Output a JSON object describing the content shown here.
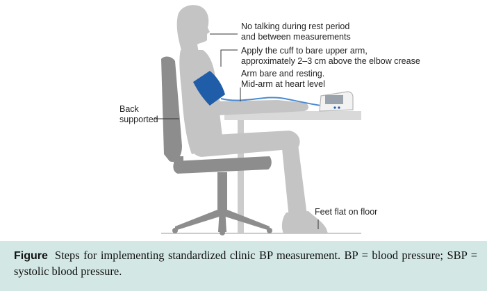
{
  "callouts": {
    "no_talking": [
      "No talking during rest period",
      "and between measurements"
    ],
    "cuff": [
      "Apply the cuff to bare upper arm,",
      "approximately 2–3 cm above the elbow crease"
    ],
    "arm": [
      "Arm bare and resting.",
      "Mid-arm at heart level"
    ],
    "back": [
      "Back",
      "supported"
    ],
    "feet": [
      "Feet flat on floor"
    ]
  },
  "caption": {
    "label": "Figure",
    "text": "Steps for implementing standardized clinic BP measurement. BP = blood pressure; SBP = systolic blood pressure."
  },
  "colors": {
    "person": "#c4c4c4",
    "chair": "#8d8d8d",
    "cuff": "#1f5da8",
    "tube": "#4a8ad0",
    "table": "#d9d9d9",
    "caption_bg": "#d3e8e5"
  }
}
